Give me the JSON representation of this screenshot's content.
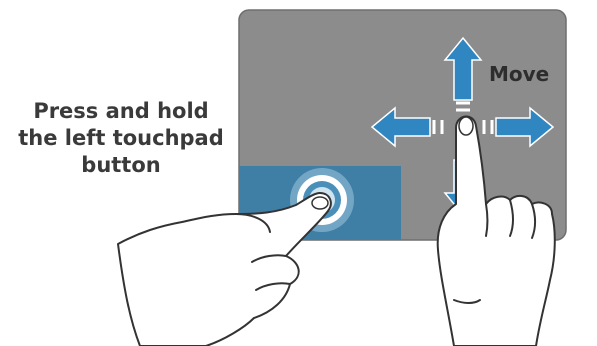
{
  "caption": {
    "line1": "Press and hold",
    "line2": "the left touchpad",
    "line3": "button"
  },
  "move_label": "Move",
  "colors": {
    "touchpad": "#8c8c8c",
    "touchpad_border": "#6e6e6e",
    "left_button": "#3f7fa6",
    "arrow": "#2f86c0",
    "hand_fill": "#ffffff",
    "hand_stroke": "#333333"
  },
  "icons": {
    "move_arrows": "four-way-arrow-icon",
    "press_indicator": "press-ripple-icon",
    "left_hand": "pointing-hand-icon",
    "right_hand": "pointing-hand-icon"
  }
}
